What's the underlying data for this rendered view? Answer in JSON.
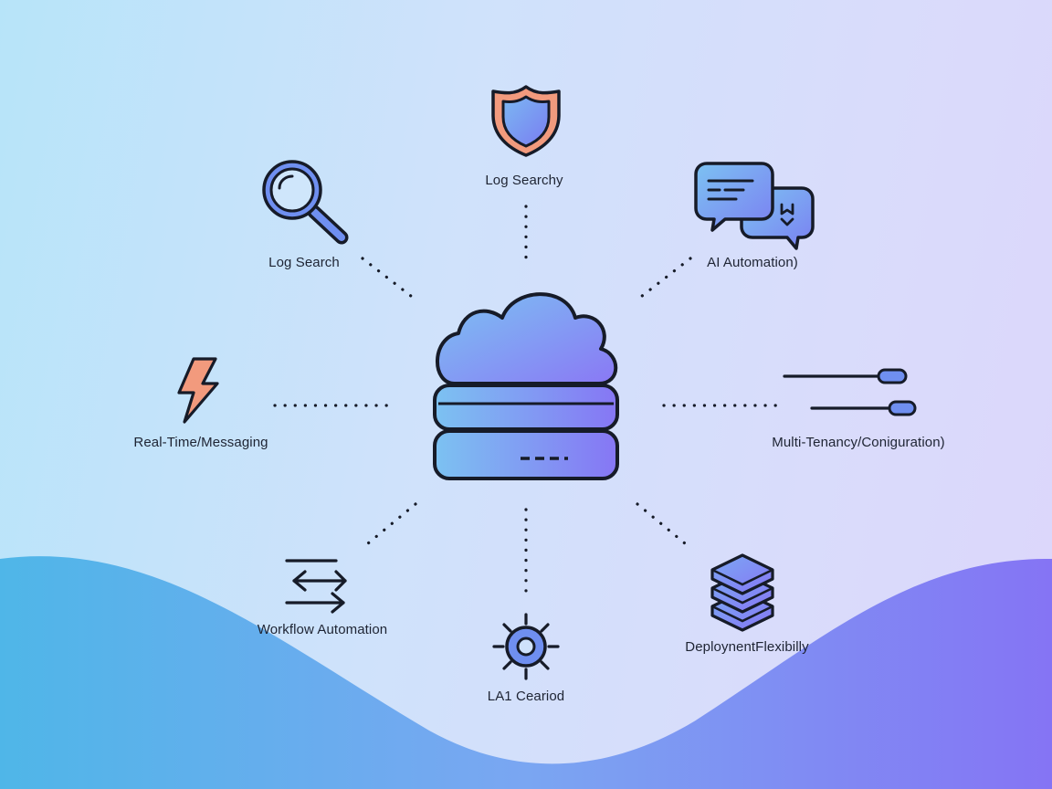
{
  "diagram": {
    "center": {
      "name": "cloud-server",
      "icon": "cloud-server-icon"
    },
    "nodes": [
      {
        "id": "top",
        "label": "Log Searchy",
        "icon": "shield-icon",
        "accent": "#f29a7d"
      },
      {
        "id": "top-left",
        "label": "Log Search",
        "icon": "magnifier-icon",
        "accent": "#6f8ff0"
      },
      {
        "id": "top-right",
        "label": "AI Automation)",
        "icon": "chat-bubbles-icon",
        "accent": "#6f8ff0"
      },
      {
        "id": "left",
        "label": "Real-Time/Messaging",
        "icon": "lightning-icon",
        "accent": "#f29a7d"
      },
      {
        "id": "right",
        "label": "Multi-Tenancy/Coniguration)",
        "icon": "sliders-icon",
        "accent": "#6f8ff0"
      },
      {
        "id": "bottom-left",
        "label": "Workflow Automation",
        "icon": "arrows-swap-icon",
        "accent": "#1e2433"
      },
      {
        "id": "bottom",
        "label": "LA1 Cеariod",
        "icon": "gear-sun-icon",
        "accent": "#6f8ff0"
      },
      {
        "id": "bottom-right",
        "label": "DeploynentFlexibilly",
        "icon": "stack-layers-icon",
        "accent": "#6f8ff0"
      }
    ]
  },
  "colors": {
    "stroke": "#161b28",
    "blue_light": "#7cc0f0",
    "blue_mid": "#6f8ff0",
    "violet": "#8a78f5",
    "orange": "#f29a7d",
    "wave_left": "#54b8ea",
    "wave_right": "#8676f4"
  }
}
